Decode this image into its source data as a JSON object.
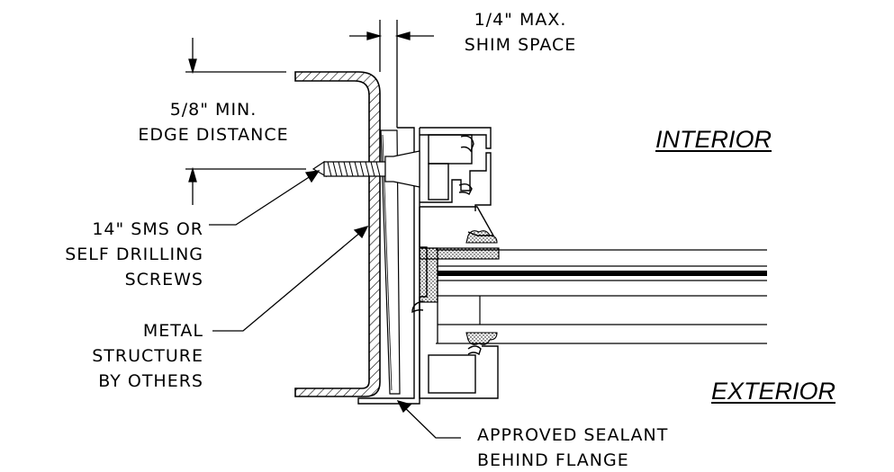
{
  "labels": {
    "shim_space_line1": "1/4\" MAX.",
    "shim_space_line2": "SHIM SPACE",
    "edge_distance_line1": "5/8\" MIN.",
    "edge_distance_line2": "EDGE DISTANCE",
    "screws_line1": "14\" SMS OR",
    "screws_line2": "SELF DRILLING",
    "screws_line3": "SCREWS",
    "metal_line1": "METAL",
    "metal_line2": "STRUCTURE",
    "metal_line3": "BY OTHERS",
    "sealant_line1": "APPROVED SEALANT",
    "sealant_line2": "BEHIND FLANGE",
    "interior": "INTERIOR",
    "exterior": "EXTERIOR"
  },
  "colors": {
    "ink": "#000000",
    "background": "#ffffff",
    "sealant_fill": "#d0d0d0"
  }
}
